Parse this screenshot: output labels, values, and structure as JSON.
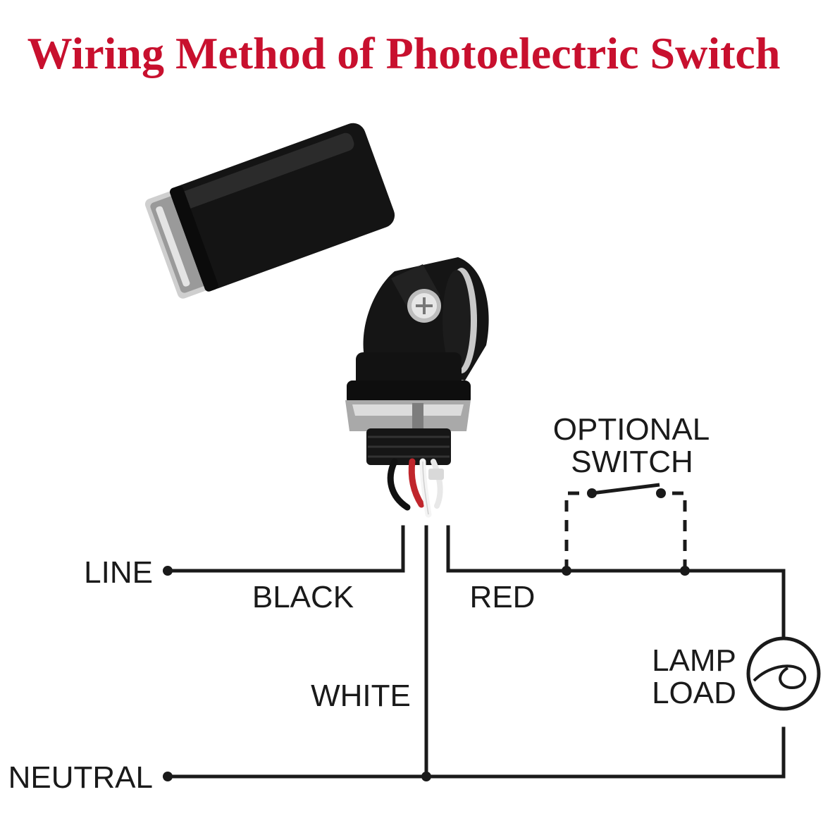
{
  "title": "Wiring Method of Photoelectric Switch",
  "labels": {
    "line": "LINE",
    "neutral": "NEUTRAL",
    "black": "BLACK",
    "white": "WHITE",
    "red": "RED",
    "optional_switch_line1": "OPTIONAL",
    "optional_switch_line2": "SWITCH",
    "lamp_line1": "LAMP",
    "lamp_line2": "LOAD"
  },
  "colors": {
    "title": "#c8102e",
    "wire": "#1a1a1a",
    "sensor_body": "#141414",
    "wire_red": "#c0262c",
    "wire_white": "#f2f2f2",
    "metal": "#b8b8b8"
  },
  "icons": {
    "sensor": "photoelectric-sensor-icon",
    "lamp": "lamp-load-icon",
    "switch": "optional-switch-icon"
  }
}
